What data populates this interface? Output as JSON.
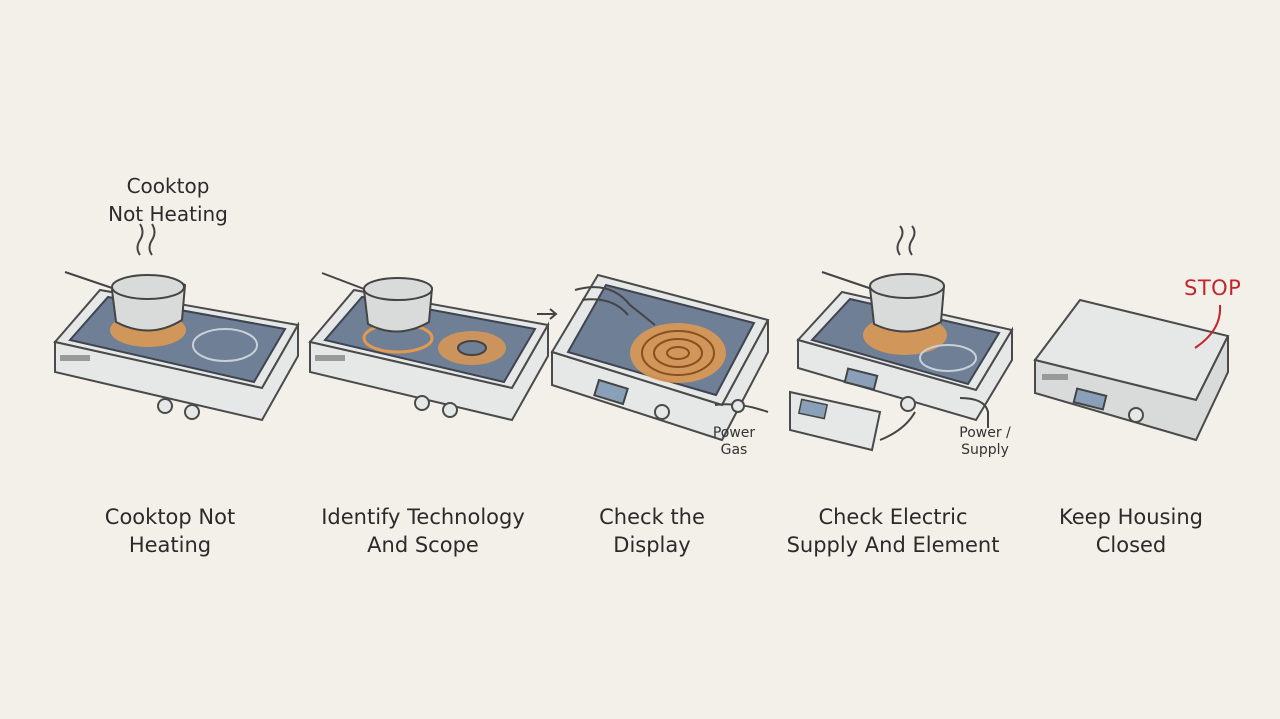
{
  "heading": "Cooktop\nNot Heating",
  "steps": [
    {
      "label": "Cooktop Not\nHeating"
    },
    {
      "label": "Identify Technology\nAnd Scope"
    },
    {
      "label": "Check the\nDisplay"
    },
    {
      "label": "Check Electric\nSupply And Element"
    },
    {
      "label": "Keep Housing\nClosed"
    }
  ],
  "notes": {
    "power_gas": "Power\nGas",
    "power_supply": "Power /\nSupply",
    "stop": "STOP"
  },
  "colors": {
    "background": "#f3f0e9",
    "glow": "#e39a4f",
    "stop": "#c0262c"
  }
}
